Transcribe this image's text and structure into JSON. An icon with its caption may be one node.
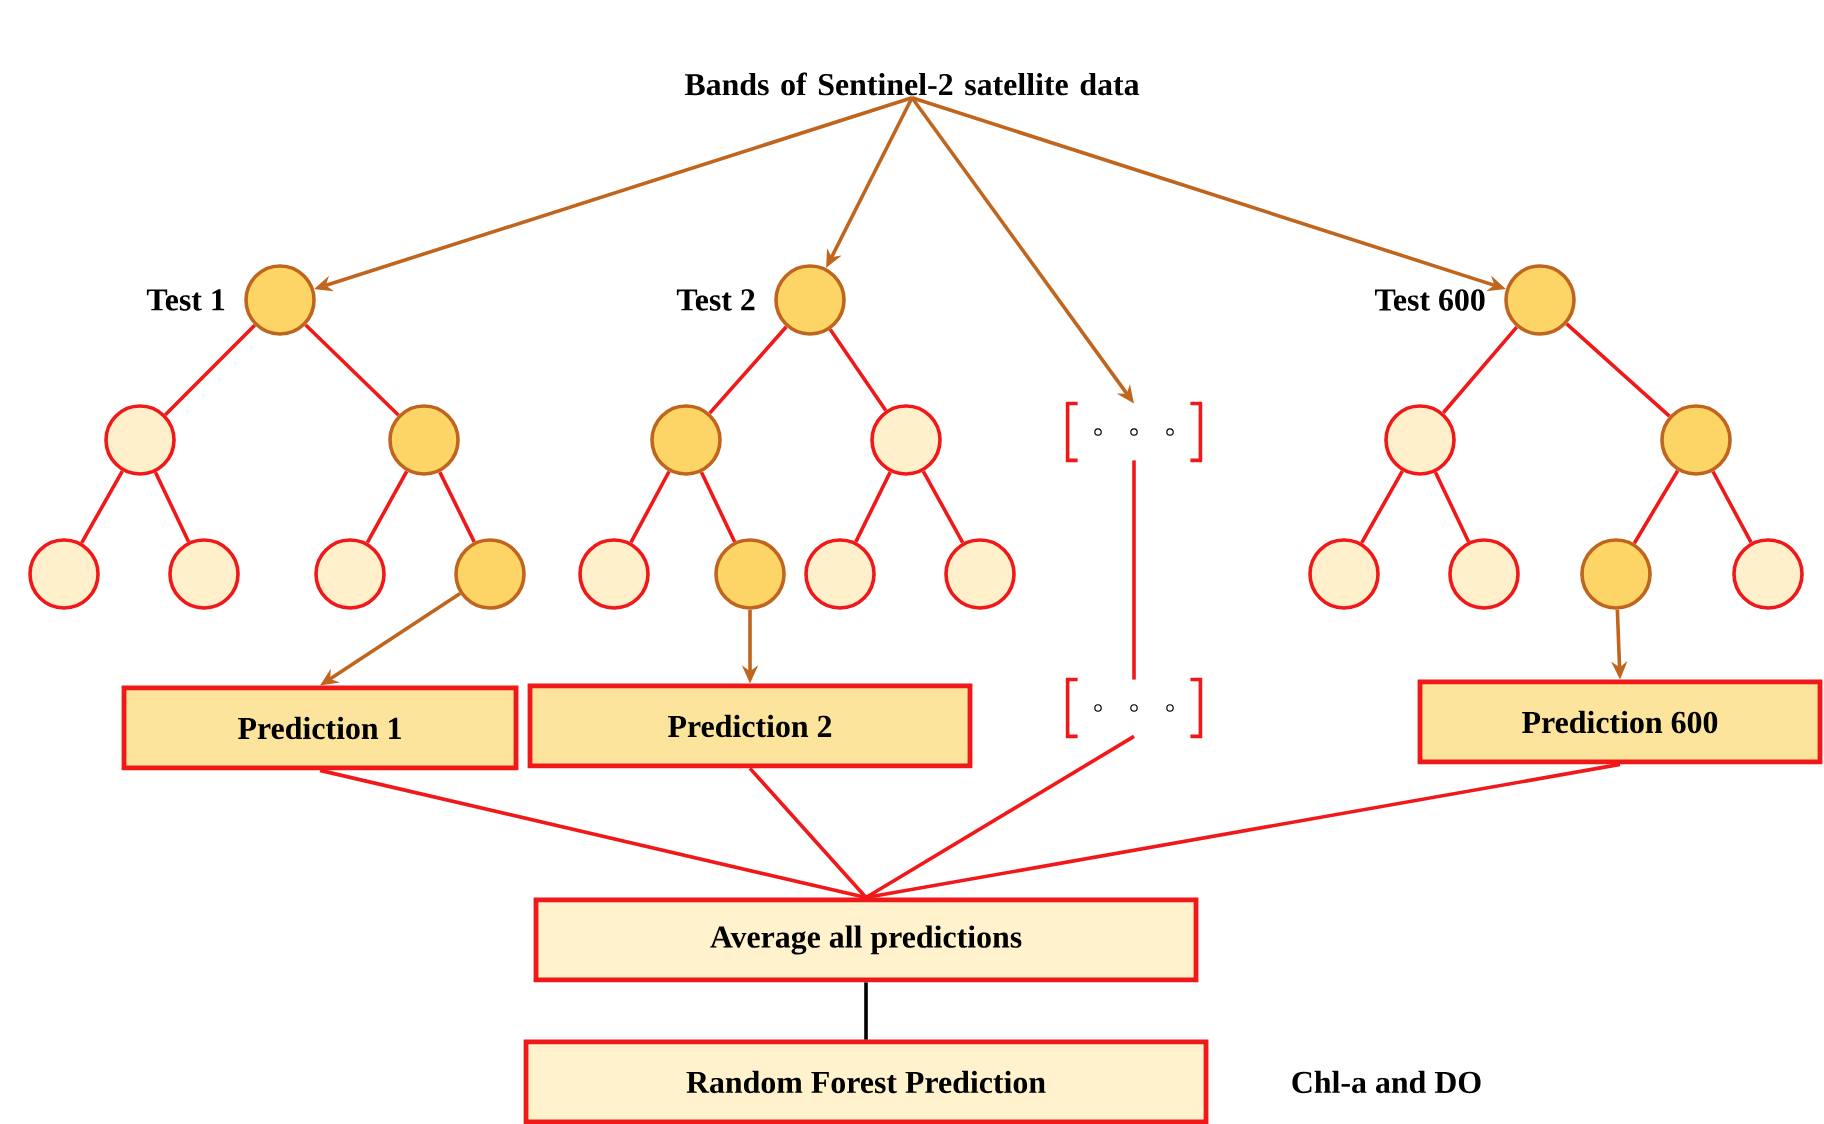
{
  "diagram": {
    "nodes": [
      {
        "text": [
          "Bands of Sentinel-2 satellite data"
        ]
      },
      {
        "text": [],
        "shape": "circle",
        "beside": [
          "Test 1"
        ]
      },
      {
        "text": [],
        "shape": "circle"
      },
      {
        "text": [],
        "shape": "circle"
      },
      {
        "text": [],
        "shape": "circle"
      },
      {
        "text": [],
        "shape": "circle"
      },
      {
        "text": [],
        "shape": "circle"
      },
      {
        "text": [],
        "shape": "circle"
      },
      {
        "text": [],
        "shape": "circle",
        "beside": [
          "Test 2"
        ]
      },
      {
        "text": [],
        "shape": "circle"
      },
      {
        "text": [],
        "shape": "circle"
      },
      {
        "text": [],
        "shape": "circle"
      },
      {
        "text": [],
        "shape": "circle"
      },
      {
        "text": [],
        "shape": "circle"
      },
      {
        "text": [],
        "shape": "circle"
      },
      {
        "text": [],
        "shape": "bracket"
      },
      {
        "text": [],
        "shape": "circle",
        "beside": [
          "Test 600"
        ]
      },
      {
        "text": [],
        "shape": "circle"
      },
      {
        "text": [],
        "shape": "circle"
      },
      {
        "text": [],
        "shape": "circle"
      },
      {
        "text": [],
        "shape": "circle"
      },
      {
        "text": [],
        "shape": "circle"
      },
      {
        "text": [],
        "shape": "circle"
      },
      {
        "text": [
          "Prediction 1"
        ]
      },
      {
        "text": [
          "Prediction 2"
        ]
      },
      {
        "text": [],
        "shape": "bracket"
      },
      {
        "text": [
          "Prediction 600"
        ]
      },
      {
        "text": [
          "Average all predictions"
        ]
      },
      {
        "text": [
          "Random Forest Prediction"
        ],
        "beside": [
          "Chl-a and DO"
        ]
      }
    ],
    "edges": [
      {
        "from": 0,
        "to": 1,
        "arrow": "to",
        "color": "#c0651e"
      },
      {
        "from": 0,
        "to": 8,
        "arrow": "to",
        "color": "#c0651e"
      },
      {
        "from": 0,
        "to": 15,
        "arrow": "to",
        "color": "#c0651e"
      },
      {
        "from": 0,
        "to": 16,
        "arrow": "to",
        "color": "#c0651e"
      },
      {
        "from": 1,
        "to": 2,
        "arrow": "none"
      },
      {
        "from": 1,
        "to": 3,
        "arrow": "none"
      },
      {
        "from": 2,
        "to": 4,
        "arrow": "none"
      },
      {
        "from": 2,
        "to": 5,
        "arrow": "none"
      },
      {
        "from": 3,
        "to": 6,
        "arrow": "none"
      },
      {
        "from": 3,
        "to": 7,
        "arrow": "none"
      },
      {
        "from": 8,
        "to": 9,
        "arrow": "none"
      },
      {
        "from": 8,
        "to": 10,
        "arrow": "none"
      },
      {
        "from": 9,
        "to": 11,
        "arrow": "none"
      },
      {
        "from": 9,
        "to": 12,
        "arrow": "none"
      },
      {
        "from": 10,
        "to": 13,
        "arrow": "none"
      },
      {
        "from": 10,
        "to": 14,
        "arrow": "none"
      },
      {
        "from": 16,
        "to": 17,
        "arrow": "none"
      },
      {
        "from": 16,
        "to": 18,
        "arrow": "none"
      },
      {
        "from": 17,
        "to": 19,
        "arrow": "none"
      },
      {
        "from": 17,
        "to": 20,
        "arrow": "none"
      },
      {
        "from": 18,
        "to": 21,
        "arrow": "none"
      },
      {
        "from": 18,
        "to": 22,
        "arrow": "none"
      },
      {
        "from": 15,
        "to": 25,
        "arrow": "none"
      },
      {
        "from": 7,
        "to": 23,
        "arrow": "to",
        "color": "#c0651e"
      },
      {
        "from": 12,
        "to": 24,
        "arrow": "to",
        "color": "#c0651e"
      },
      {
        "from": 21,
        "to": 26,
        "arrow": "to",
        "color": "#c0651e"
      },
      {
        "from": 23,
        "to": 27,
        "arrow": "none"
      },
      {
        "from": 24,
        "to": 27,
        "arrow": "none"
      },
      {
        "from": 25,
        "to": 27,
        "arrow": "none"
      },
      {
        "from": 26,
        "to": 27,
        "arrow": "none"
      },
      {
        "from": 27,
        "to": 28,
        "arrow": "none",
        "color": "#000000"
      }
    ]
  }
}
